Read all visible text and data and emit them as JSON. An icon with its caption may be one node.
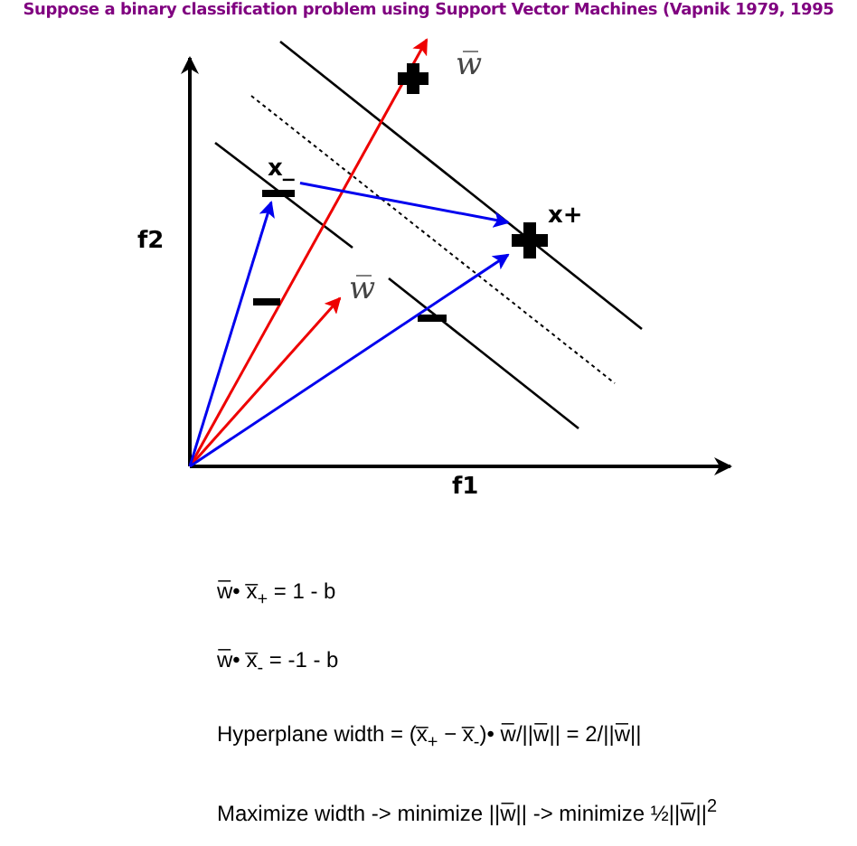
{
  "diagram": {
    "title": "Suppose a binary classification problem using Support Vector Machines (Vapnik 1979, 1995",
    "nodes": [
      {
        "text": [
          "x_"
        ]
      },
      {
        "text": [
          "x+"
        ]
      }
    ],
    "edges": [
      {
        "from": null,
        "to": 0,
        "arrow": "to",
        "color": "#0000ee"
      },
      {
        "from": null,
        "to": 1,
        "arrow": "to",
        "color": "#0000ee"
      },
      {
        "from": 0,
        "to": 1,
        "arrow": "to",
        "color": "#0000ee"
      }
    ],
    "labels": [
      "w̅",
      "f2",
      "w̅",
      "f1",
      "w̅• x̅$_{+}$ = 1 - b",
      "w̅• x̅$_{-}$ = -1 - b",
      "Hyperplane width = (x̅$_{+}$ − x̅$_{-}$)• w̅/||w̅|| = 2/||w̅||",
      "Maximize width -> minimize ||w̅|| -> minimize ½||w̅||$^{2}$"
    ]
  }
}
